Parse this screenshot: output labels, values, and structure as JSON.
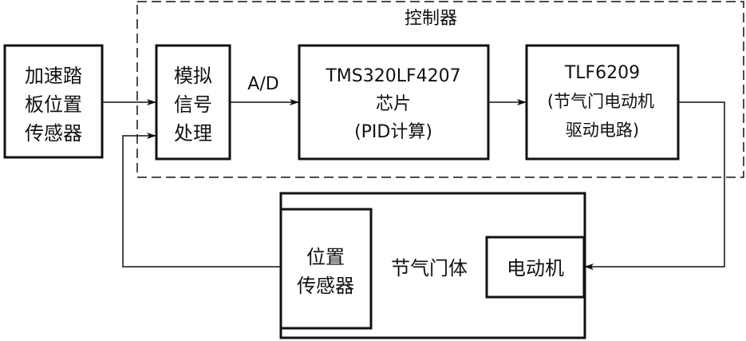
{
  "controller": {
    "title": "控制器"
  },
  "pedal_sensor": {
    "lines": [
      "加速踏",
      "板位置",
      "传感器"
    ]
  },
  "signal_processing": {
    "lines": [
      "模拟",
      "信号",
      "处理"
    ]
  },
  "ad_label": "A/D",
  "chip": {
    "lines": [
      "TMS320LF4207",
      "芯片",
      "(PID计算)"
    ]
  },
  "driver": {
    "lines": [
      "TLF6209",
      "(节气门电动机",
      "驱动电路)"
    ]
  },
  "throttle_body": {
    "label": "节气门体"
  },
  "position_sensor": {
    "lines": [
      "位置",
      "传感器"
    ]
  },
  "motor": {
    "label": "电动机"
  }
}
